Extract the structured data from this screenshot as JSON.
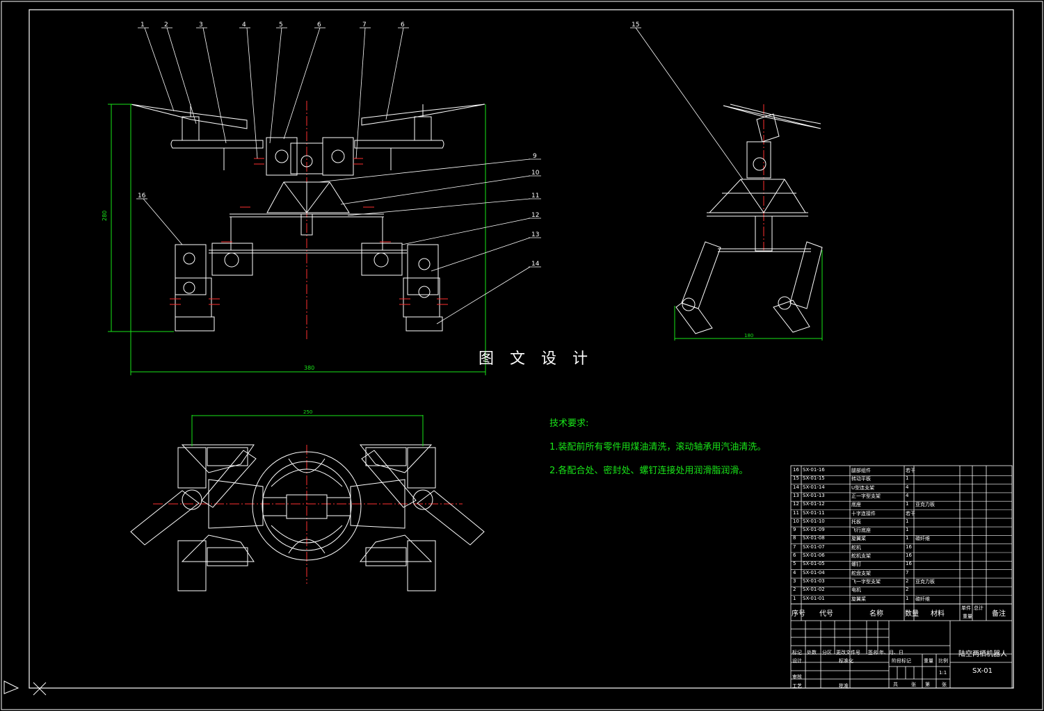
{
  "watermark": "图 文 设 计",
  "tech": {
    "title": "技术要求:",
    "lines": [
      "1.装配前所有零件用煤油清洗，滚动轴承用汽油清洗。",
      "2.各配合处、密封处、螺钉连接处用润滑脂润滑。"
    ]
  },
  "callouts": [
    "1",
    "2",
    "3",
    "4",
    "5",
    "6",
    "7",
    "6",
    "9",
    "10",
    "11",
    "12",
    "13",
    "14",
    "15",
    "16"
  ],
  "dims": {
    "front_width": "380",
    "front_height": "280",
    "side_width": "180",
    "top_width": "250"
  },
  "bom": {
    "rows": [
      {
        "no": "16",
        "code": "SX-01-16",
        "name": "腿部组件",
        "qty": "若干",
        "mat": ""
      },
      {
        "no": "15",
        "code": "SX-01-15",
        "name": "转动平板",
        "qty": "1",
        "mat": ""
      },
      {
        "no": "14",
        "code": "SX-01-14",
        "name": "U型连支架",
        "qty": "4",
        "mat": ""
      },
      {
        "no": "13",
        "code": "SX-01-13",
        "name": "正一字型支架",
        "qty": "4",
        "mat": ""
      },
      {
        "no": "12",
        "code": "SX-01-12",
        "name": "底座",
        "qty": "1",
        "mat": "亚克力板"
      },
      {
        "no": "11",
        "code": "SX-01-11",
        "name": "十字连接件",
        "qty": "若干",
        "mat": ""
      },
      {
        "no": "10",
        "code": "SX-01-10",
        "name": "托板",
        "qty": "1",
        "mat": ""
      },
      {
        "no": "9",
        "code": "SX-01-09",
        "name": "飞行底座",
        "qty": "1",
        "mat": ""
      },
      {
        "no": "8",
        "code": "SX-01-08",
        "name": "旋翼桨",
        "qty": "1",
        "mat": "碳纤维"
      },
      {
        "no": "7",
        "code": "SX-01-07",
        "name": "舵机",
        "qty": "16",
        "mat": ""
      },
      {
        "no": "6",
        "code": "SX-01-06",
        "name": "舵机支架",
        "qty": "16",
        "mat": ""
      },
      {
        "no": "5",
        "code": "SX-01-05",
        "name": "螺钉",
        "qty": "16",
        "mat": ""
      },
      {
        "no": "4",
        "code": "SX-01-04",
        "name": "舵盘支架",
        "qty": "7",
        "mat": ""
      },
      {
        "no": "3",
        "code": "SX-01-03",
        "name": "飞一字型支架",
        "qty": "2",
        "mat": "亚克力板"
      },
      {
        "no": "2",
        "code": "SX-01-02",
        "name": "电机",
        "qty": "2",
        "mat": ""
      },
      {
        "no": "1",
        "code": "SX-01-01",
        "name": "旋翼桨",
        "qty": "1",
        "mat": "碳纤维"
      }
    ],
    "header": {
      "no": "序号",
      "code": "代号",
      "name": "名称",
      "qty": "数量",
      "mat": "材料",
      "unit_w": "单件",
      "total_w": "总计",
      "weight": "重量",
      "remark": "备注"
    }
  },
  "titleblock": {
    "drawing_name": "陆空两栖机器人",
    "drawing_code": "SX-01",
    "scale": "1:1",
    "labels": [
      "标记",
      "处数",
      "分区",
      "更改文件号",
      "签名",
      "年、月、日",
      "设计",
      "标准化",
      "审核",
      "工艺",
      "批准",
      "阶段标记",
      "重量",
      "比例",
      "共",
      "张",
      "第",
      "张"
    ]
  }
}
